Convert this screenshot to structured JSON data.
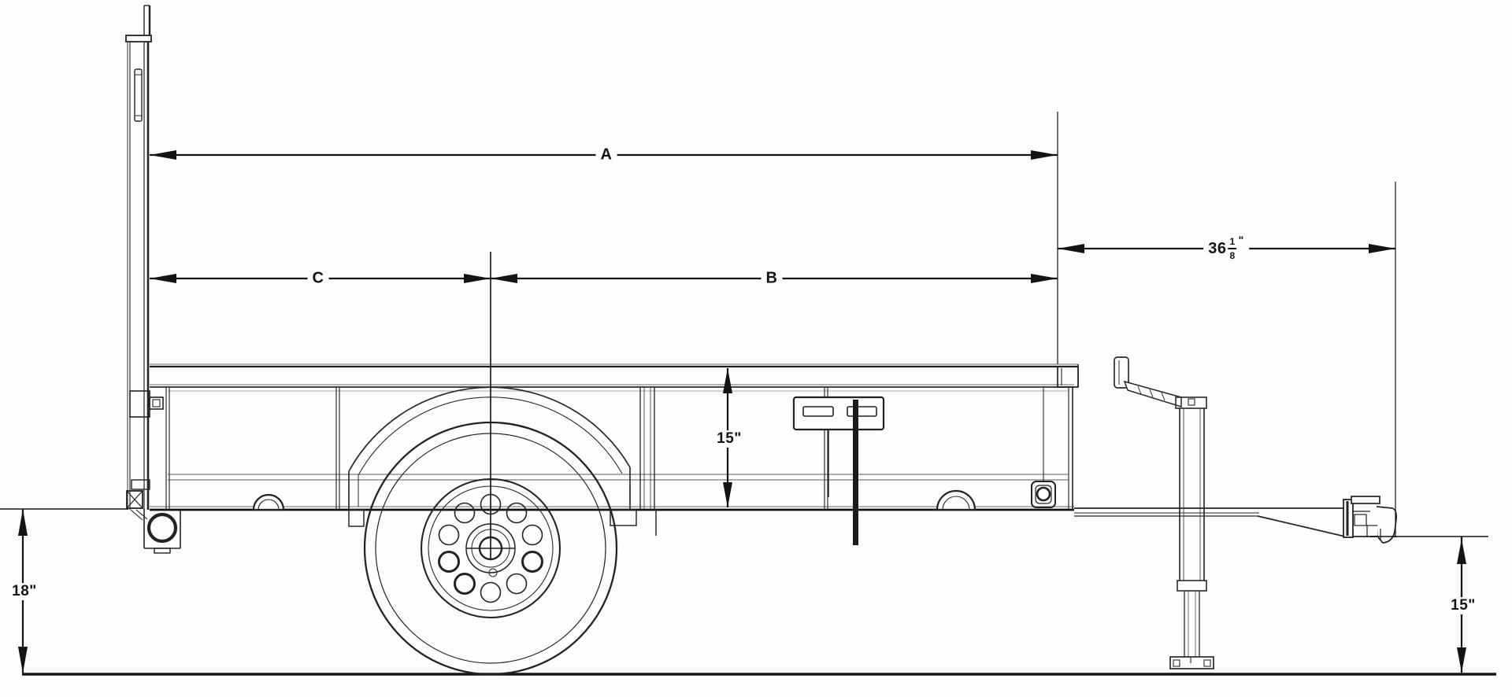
{
  "page": {
    "title": "Utility trailer side view dimension drawing",
    "background": "#fdfdfd",
    "ink_color": "#141414"
  },
  "dimensions": {
    "bed_length_a": {
      "label": "A"
    },
    "axle_to_rear_c": {
      "label": "C"
    },
    "axle_to_front_b": {
      "label": "B"
    },
    "side_panel_height": {
      "label": "15\""
    },
    "rear_frame_ground_height": {
      "label": "18\""
    },
    "coupler_ground_height": {
      "label": "15\""
    },
    "tongue_length": {
      "whole": "36",
      "numerator": "1",
      "denominator": "8",
      "unit": "\""
    }
  }
}
